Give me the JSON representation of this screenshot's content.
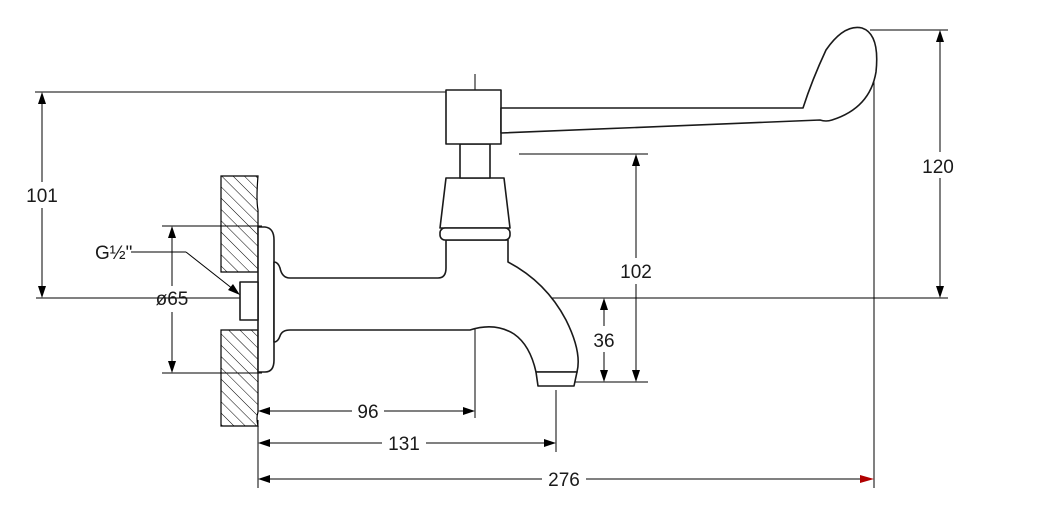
{
  "dimensions": {
    "d101": "101",
    "d120": "120",
    "d102": "102",
    "d36": "36",
    "d96": "96",
    "d131": "131",
    "d276": "276",
    "diameter": "ø65",
    "thread": "G½\""
  },
  "colors": {
    "line": "#000000",
    "accent_arrow": "#b00000"
  }
}
